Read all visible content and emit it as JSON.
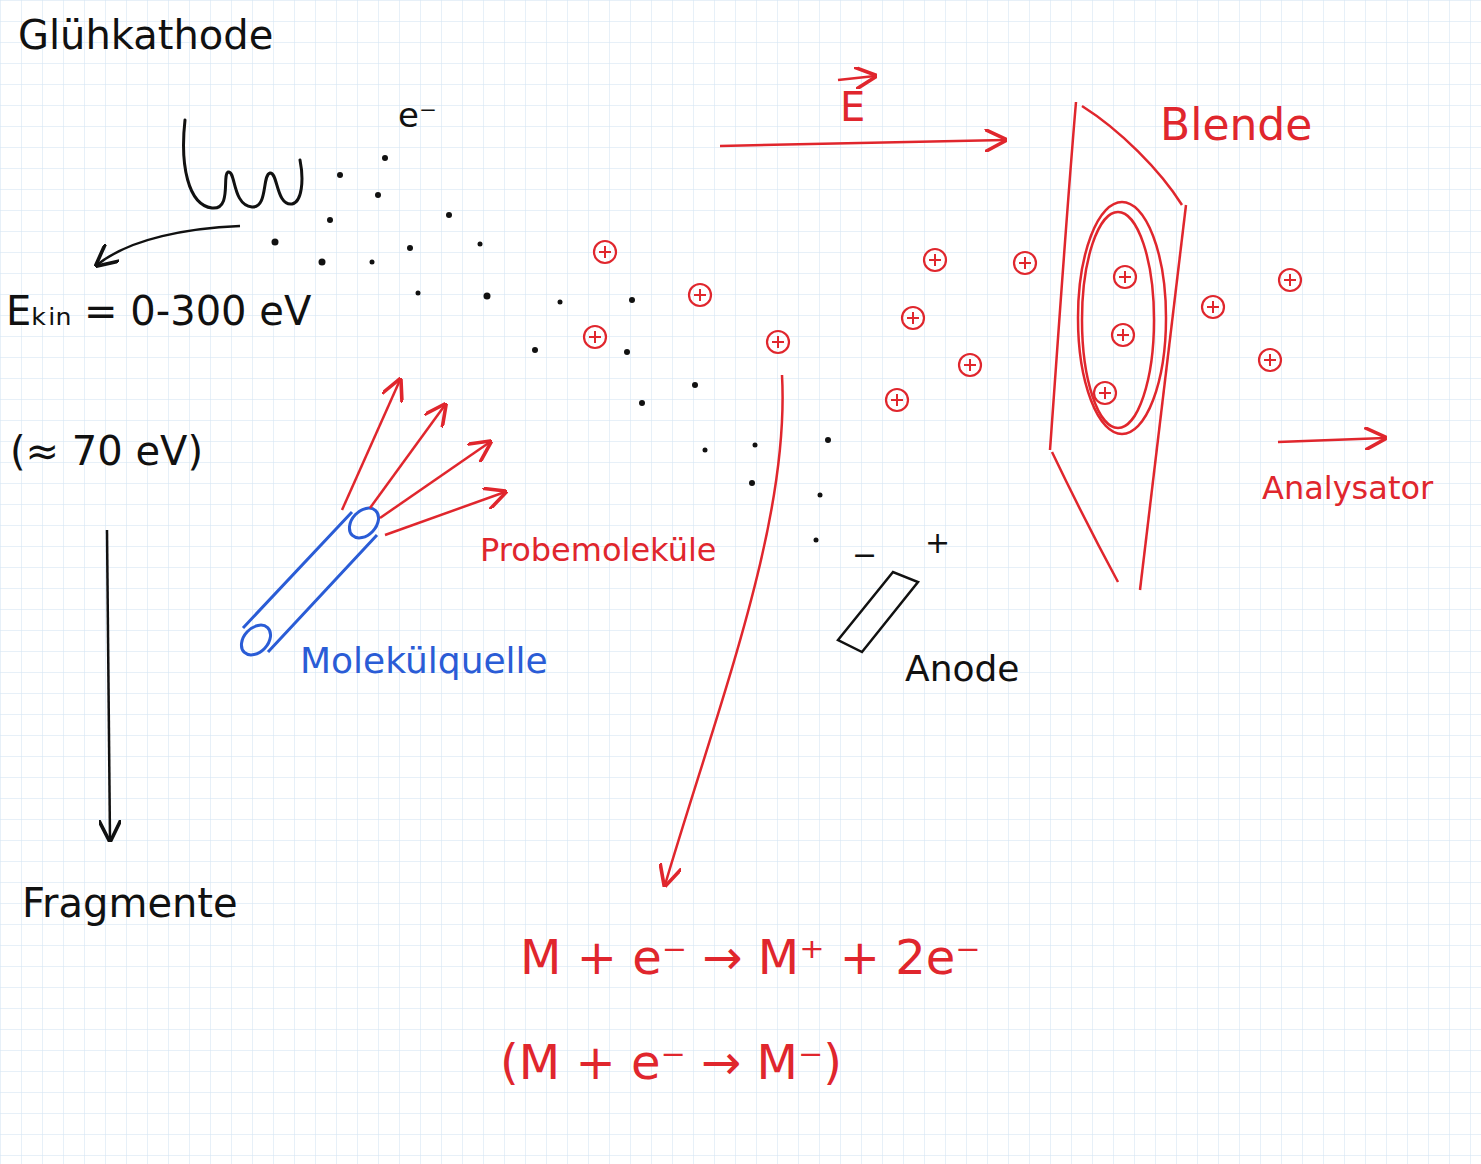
{
  "diagram": {
    "labels": [
      "Glühkathode",
      "e⁻",
      "E",
      "Blende",
      "Eₖᵢₙ = 0-300 eV",
      "(≈ 70 eV)",
      "Probemoleküle",
      "Molekülquelle",
      "−",
      "+",
      "Anode",
      "Analysator",
      "Fragmente",
      "M + e⁻ → M⁺ + 2e⁻",
      "(M + e⁻ → M⁻)"
    ]
  }
}
